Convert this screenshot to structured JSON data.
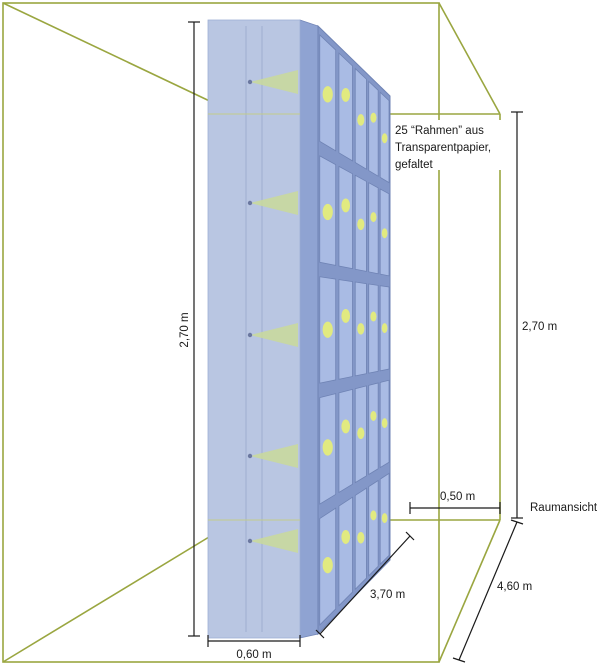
{
  "diagram": {
    "annotation_lines": [
      "25 “Rahmen” aus",
      "Transparentpapier,",
      "gefaltet"
    ],
    "dim_height_left": "2,70 m",
    "dim_height_right": "2,70 m",
    "dim_width_front": "0,60 m",
    "dim_depth_wall": "3,70 m",
    "dim_gap_right": "0,50 m",
    "dim_room_depth": "4,60 m",
    "view_label": "Raumansicht",
    "frame_count": 25,
    "colors": {
      "room_outline": "#9aa640",
      "wall_front": "#b9c6e2",
      "wall_side": "#8fa3d2",
      "panel": "#a9bbe4",
      "lamp": "#e4ec7a",
      "light_cone": "#c9d99a",
      "dimension": "#1a1a1a"
    }
  }
}
